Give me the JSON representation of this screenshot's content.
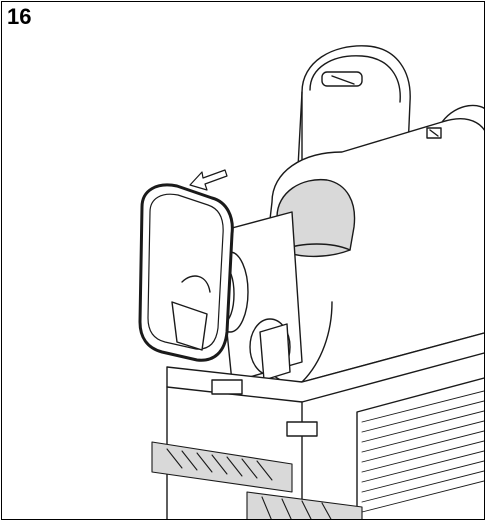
{
  "step_number": "16",
  "colors": {
    "line": "#1a1a1a",
    "shade": "#d9d9d9",
    "paper": "#ffffff"
  },
  "illustration": {
    "subject": "slush-machine-two-bowls",
    "parts": [
      "rear-bowl",
      "front-bowl",
      "front-lid",
      "removable-gasket-cover",
      "dispenser-tap",
      "drip-trays",
      "side-grille"
    ],
    "arrow_icon": "arrow-left-up-icon"
  }
}
